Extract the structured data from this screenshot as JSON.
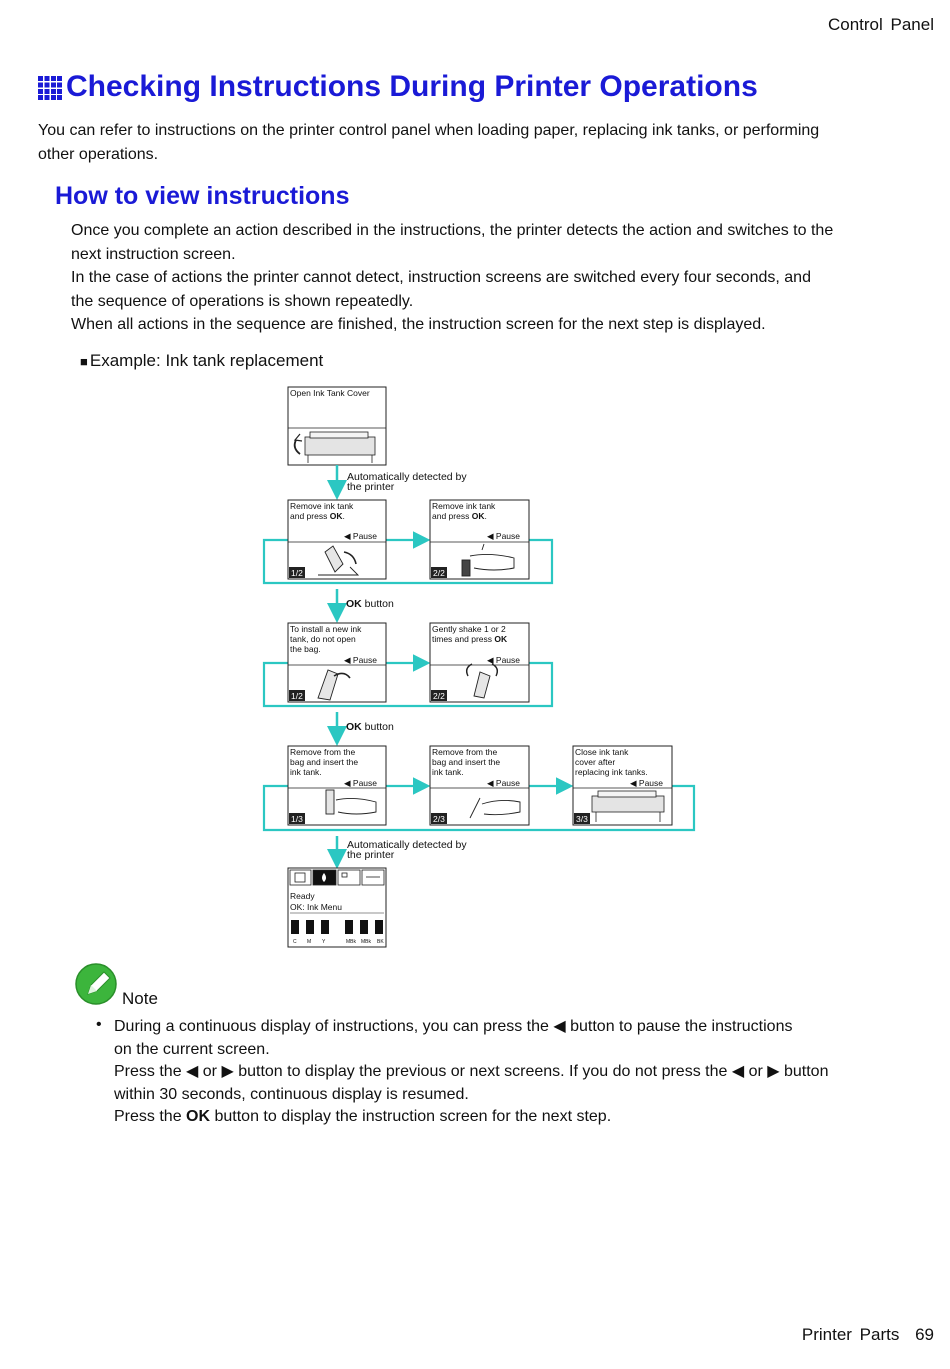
{
  "header": {
    "section": "Control Panel"
  },
  "title": "Checking Instructions During Printer Operations",
  "intro": {
    "line1": "You can refer to instructions on the printer control panel when loading paper, replacing ink tanks, or performing",
    "line2": "other operations."
  },
  "section_heading": "How to view instructions",
  "body": {
    "l1": "Once you complete an action described in the instructions, the printer detects the action and switches to the",
    "l2": "next instruction screen.",
    "l3": "In the case of actions the printer cannot detect, instruction screens are switched every four seconds, and",
    "l4": "the sequence of operations is shown repeatedly.",
    "l5": "When all actions in the sequence are finished, the instruction screen for the next step is displayed."
  },
  "example": {
    "bullet": "■",
    "label": "Example:  Ink tank replacement"
  },
  "diagram": {
    "open_cover": "Open Ink Tank Cover",
    "auto_detect_1": "Automatically detected by",
    "auto_detect_2": "the printer",
    "pause": "◀ Pause",
    "ok_button_bold": "OK",
    "ok_button_rest": " button",
    "remove_l1": "Remove ink tank",
    "remove_l2_pre": "and press ",
    "remove_l2_ok": "OK",
    "remove_l2_post": ".",
    "install_l1": "To install a new ink",
    "install_l2": "tank, do not open",
    "install_l3": "the bag.",
    "shake_l1": "Gently shake 1 or 2",
    "shake_l2_pre": "times and press ",
    "shake_l2_ok": "OK",
    "insert_l1": "Remove from the",
    "insert_l2": "bag and insert the",
    "insert_l3": "ink tank.",
    "close_l1": "Close ink tank",
    "close_l2": "cover after",
    "close_l3": "replacing ink tanks.",
    "page_1_2": "1/2",
    "page_2_2": "2/2",
    "page_1_3": "1/3",
    "page_2_3": "2/3",
    "page_3_3": "3/3",
    "ready": "Ready",
    "ink_menu": "OK: Ink Menu",
    "ink_labels": [
      "C",
      "M",
      "Y",
      "MBk",
      "MBk",
      "BK"
    ]
  },
  "note": {
    "label": "Note",
    "bullet": "•",
    "l1": "During a continuous display of instructions, you can press the ◀ button to pause the instructions",
    "l2": "on the current screen.",
    "l3": "Press the ◀ or ▶ button to display the previous or next screens. If you do not press the ◀ or ▶ button",
    "l4": "within 30 seconds, continuous display is resumed.",
    "l5_pre": "Press the ",
    "l5_ok": "OK",
    "l5_post": " button to display the instruction screen for the next step."
  },
  "footer": {
    "section": "Printer Parts",
    "page": "69"
  },
  "colors": {
    "heading": "#1a1ad6",
    "flow": "#2bc7c2",
    "note_green": "#3cb53c"
  }
}
